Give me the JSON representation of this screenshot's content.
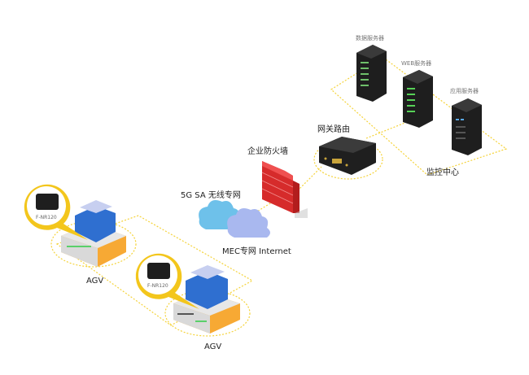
{
  "labels": {
    "data_server": "数据服务器",
    "web_server": "WEB服务器",
    "app_server": "应用服务器",
    "monitor_center": "监控中心",
    "gateway_router": "网关路由",
    "firewall": "企业防火墙",
    "wireless_network": "5G SA 无线专网",
    "mec_network": "MEC专网 Internet",
    "agv_1": "AGV",
    "agv_2": "AGV",
    "router_model_1": "F-NR120",
    "router_model_2": "F-NR120"
  },
  "colors": {
    "dashed_line": "#f5d33a",
    "firewall": "#d62b2b",
    "cloud_blue": "#6ec1ea",
    "cloud_purple": "#a9b8ef",
    "agv_orange": "#f7a934",
    "agv_bin": "#2f6fd0",
    "server": "#2b2b2b",
    "callout": "#f3c61c"
  }
}
